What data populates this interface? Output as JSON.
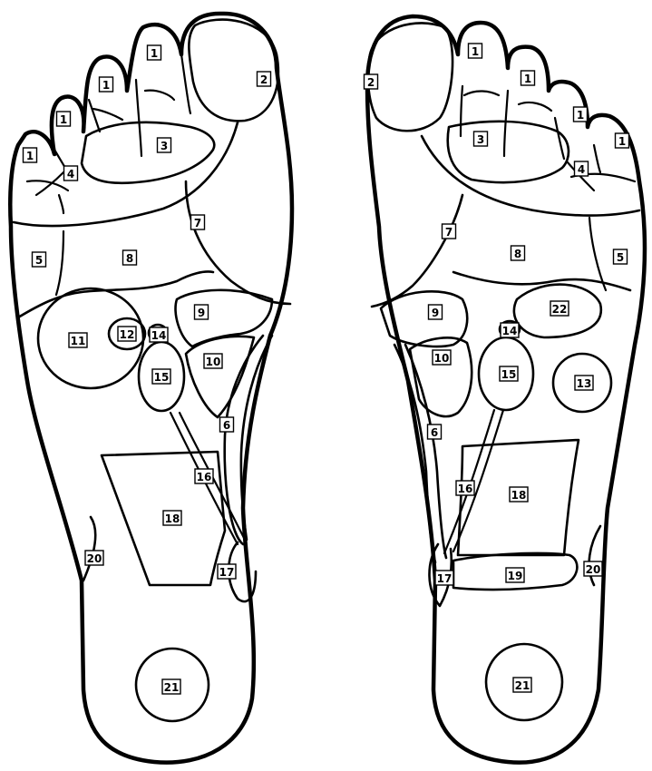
{
  "left_foot": {
    "labels": {
      "t1a": "1",
      "t1b": "1",
      "t1c": "1",
      "t1d": "1",
      "z2": "2",
      "z3": "3",
      "z4": "4",
      "z5": "5",
      "z6": "6",
      "z7": "7",
      "z8": "8",
      "z9": "9",
      "z10": "10",
      "z11": "11",
      "z12": "12",
      "z14": "14",
      "z15": "15",
      "z16": "16",
      "z17": "17",
      "z18": "18",
      "z20": "20",
      "z21": "21"
    }
  },
  "right_foot": {
    "labels": {
      "t1a": "1",
      "t1b": "1",
      "t1c": "1",
      "t1d": "1",
      "z2": "2",
      "z3": "3",
      "z4": "4",
      "z5": "5",
      "z6": "6",
      "z7": "7",
      "z8": "8",
      "z9": "9",
      "z10": "10",
      "z13": "13",
      "z14": "14",
      "z15": "15",
      "z16": "16",
      "z17": "17",
      "z18": "18",
      "z19": "19",
      "z20": "20",
      "z21": "21",
      "z22": "22"
    }
  }
}
